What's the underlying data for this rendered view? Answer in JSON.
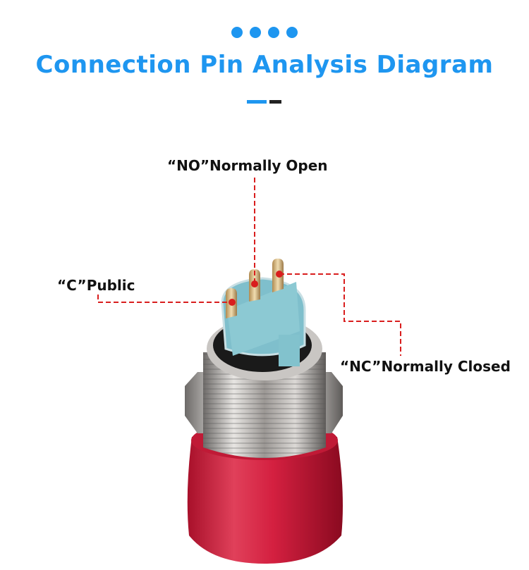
{
  "header": {
    "title": "Connection Pin Analysis Diagram",
    "accent_color": "#1e96f0",
    "dark_color": "#222222"
  },
  "labels": {
    "no": "“NO”Normally Open",
    "c": "“C”Public",
    "nc": "“NC”Normally Closed"
  },
  "pin_markings": [
    "C",
    "NO",
    "NC"
  ],
  "leader_color": "#d91e1e"
}
